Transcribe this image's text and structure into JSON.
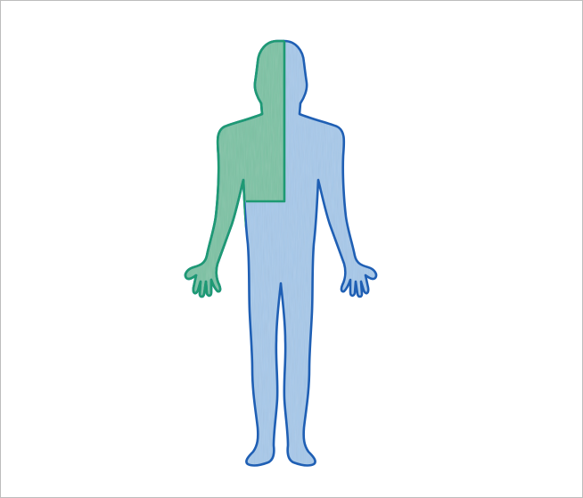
{
  "figure": {
    "subject": "human-body-front-view",
    "regions": [
      {
        "name": "upper-left-quadrant",
        "fill": "#7cc3a4",
        "stroke": "#1e9a73"
      },
      {
        "name": "remaining-body",
        "fill": "#a7c9ea",
        "stroke": "#1f5fb4"
      }
    ],
    "colors": {
      "green_fill": "#7cc3a4",
      "green_outline": "#1e9a73",
      "blue_fill": "#a7c9ea",
      "blue_outline": "#1f5fb4",
      "border": "#bdbdbd",
      "background": "#ffffff"
    }
  }
}
